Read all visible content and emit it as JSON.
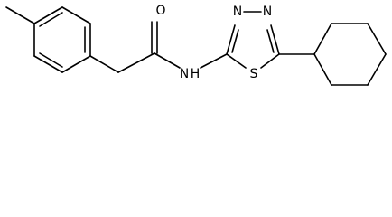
{
  "molecule": {
    "atom_labels": {
      "oxygen": "O",
      "amide_nitrogen": "N",
      "amide_hydrogen": "H",
      "ring_nitrogen_left": "N",
      "ring_nitrogen_right": "N",
      "sulfur": "S"
    },
    "colors": {
      "bond": "#000000",
      "label": "#000000",
      "background": "#ffffff"
    }
  }
}
